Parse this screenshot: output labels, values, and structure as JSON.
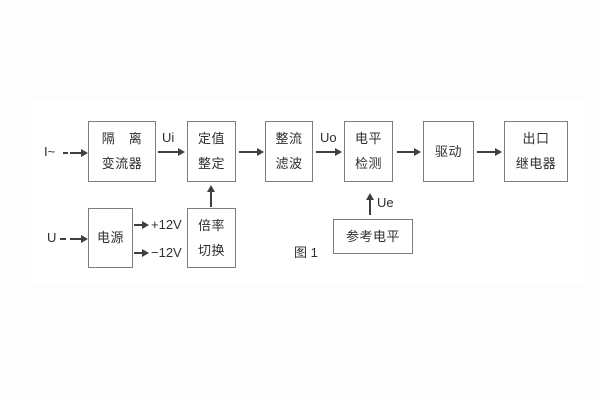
{
  "caption": "图 1",
  "colors": {
    "background": "#fdfdfd",
    "panel": "#ffffff",
    "box_border": "#7d7d7d",
    "line": "#3f3f3f",
    "text": "#2f2f2f"
  },
  "inputs": {
    "current": "I~",
    "voltage": "U"
  },
  "signals": {
    "ui": "Ui",
    "uo": "Uo",
    "ue": "Ue",
    "plus_rail": "+12V",
    "minus_rail": "−12V"
  },
  "blocks": {
    "isolation_transformer": {
      "line1": "隔　离",
      "line2": "变流器"
    },
    "setting_adjust": {
      "line1": "定值",
      "line2": "整定"
    },
    "rectifier_filter": {
      "line1": "整流",
      "line2": "滤波"
    },
    "level_detector": {
      "line1": "电平",
      "line2": "检测"
    },
    "driver": {
      "line1": "驱动"
    },
    "output_relay": {
      "line1": "出口",
      "line2": "继电器"
    },
    "power_supply": {
      "line1": "电源"
    },
    "ratio_switch": {
      "line1": "倍率",
      "line2": "切换"
    },
    "reference_level": {
      "line1": "参考电平"
    }
  }
}
